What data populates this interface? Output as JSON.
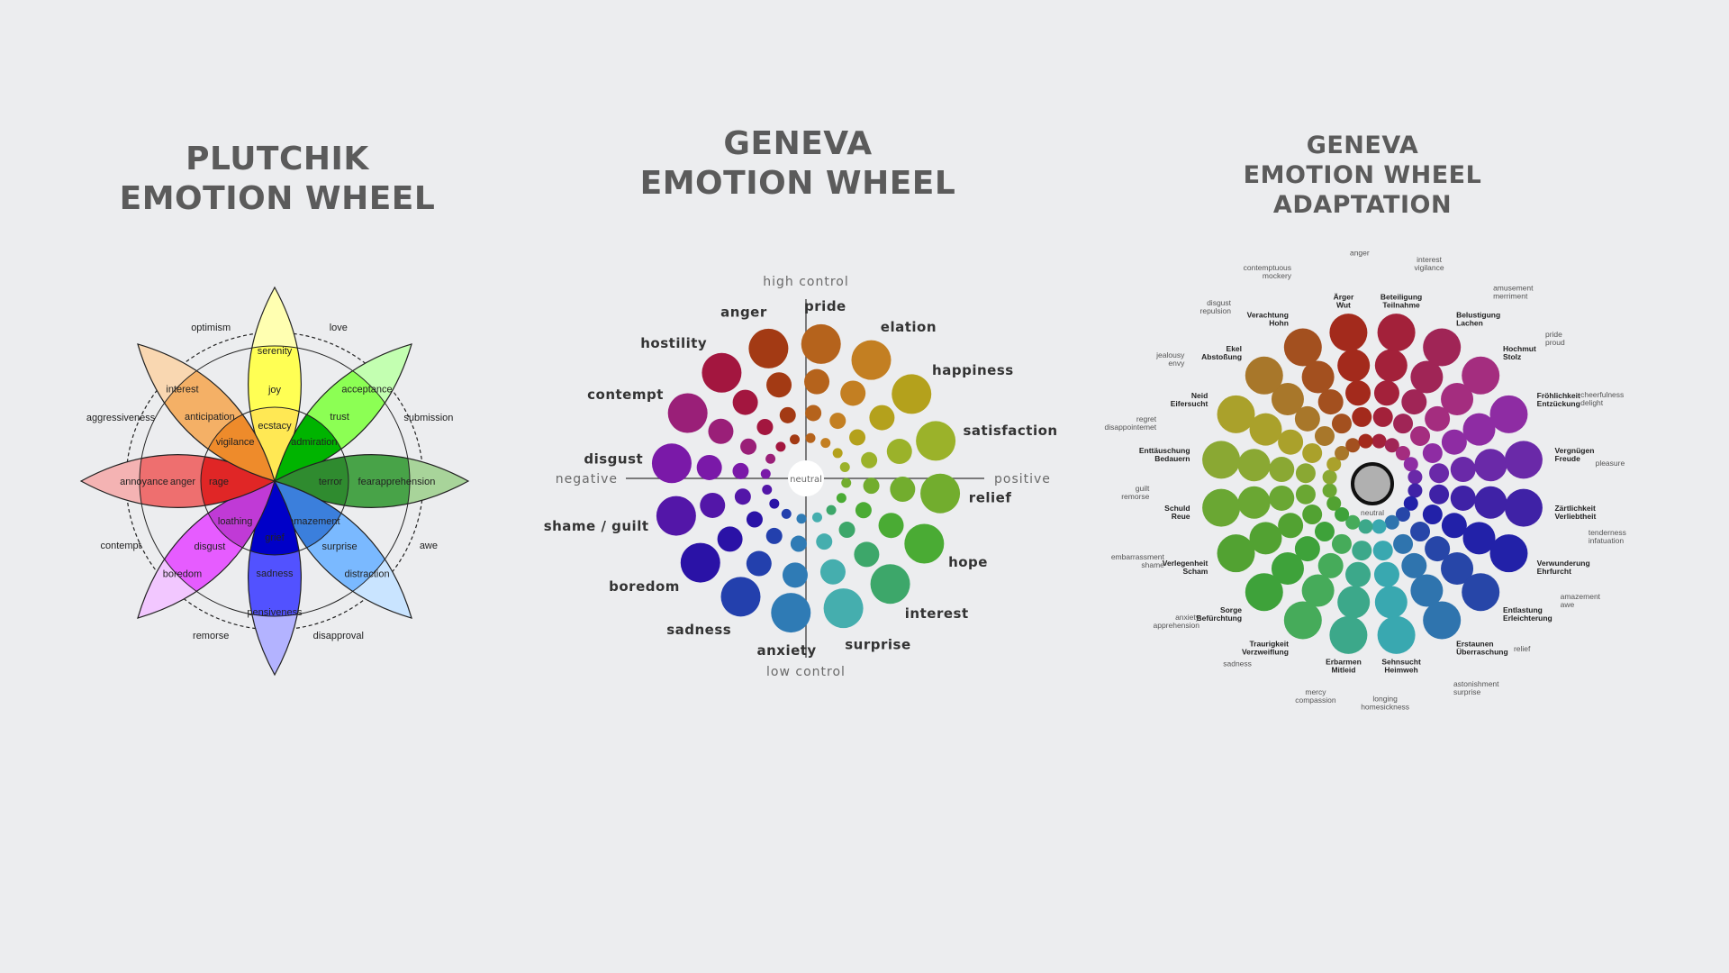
{
  "titles": {
    "plutchik": [
      "PLUTCHIK",
      "EMOTION WHEEL"
    ],
    "geneva": [
      "GENEVA",
      "EMOTION WHEEL"
    ],
    "adaptation": [
      "GENEVA",
      "EMOTION WHEEL",
      "ADAPTATION"
    ]
  },
  "plutchik": {
    "petals": [
      {
        "outer": "serenity",
        "mid": "joy",
        "inner": "ecstacy",
        "colors": [
          "#ffffb1",
          "#ffff54",
          "#ffe854"
        ]
      },
      {
        "outer": "acceptance",
        "mid": "trust",
        "inner": "admiration",
        "colors": [
          "#c3ffb1",
          "#8cff54",
          "#00b400"
        ]
      },
      {
        "outer": "apprehension",
        "mid": "fear",
        "inner": "terror",
        "colors": [
          "#a8d49a",
          "#48a348",
          "#2f8b2f"
        ]
      },
      {
        "outer": "distraction",
        "mid": "surprise",
        "inner": "amazement",
        "colors": [
          "#c9e4ff",
          "#7ab9ff",
          "#3b7fdc"
        ]
      },
      {
        "outer": "pensiveness",
        "mid": "sadness",
        "inner": "grief",
        "colors": [
          "#b3b3ff",
          "#5252ff",
          "#0000c8"
        ]
      },
      {
        "outer": "boredom",
        "mid": "disgust",
        "inner": "loathing",
        "colors": [
          "#f2c7ff",
          "#e65cff",
          "#c03ad6"
        ]
      },
      {
        "outer": "annoyance",
        "mid": "anger",
        "inner": "rage",
        "colors": [
          "#f4b3b3",
          "#ee6f6f",
          "#e02626"
        ]
      },
      {
        "outer": "interest",
        "mid": "anticipation",
        "inner": "vigilance",
        "colors": [
          "#f9d7b1",
          "#f4b066",
          "#ee8b2b"
        ]
      }
    ],
    "dyads": [
      "love",
      "submission",
      "awe",
      "disapproval",
      "remorse",
      "contempt",
      "aggressiveness",
      "optimism"
    ]
  },
  "geneva": {
    "axes": {
      "top": "high control",
      "bottom": "low control",
      "left": "negative",
      "right": "positive",
      "center": "neutral"
    },
    "emotions": [
      {
        "label": "pride",
        "color": "#b5631c"
      },
      {
        "label": "elation",
        "color": "#c37f22"
      },
      {
        "label": "happiness",
        "color": "#b4a11c"
      },
      {
        "label": "satisfaction",
        "color": "#9bb22a"
      },
      {
        "label": "relief",
        "color": "#72ad2e"
      },
      {
        "label": "hope",
        "color": "#4aab34"
      },
      {
        "label": "interest",
        "color": "#3da76a"
      },
      {
        "label": "surprise",
        "color": "#45aeae"
      },
      {
        "label": "anxiety",
        "color": "#2f7bb5"
      },
      {
        "label": "sadness",
        "color": "#2340ad"
      },
      {
        "label": "boredom",
        "color": "#2a12a6"
      },
      {
        "label": "shame / guilt",
        "color": "#5316a8"
      },
      {
        "label": "disgust",
        "color": "#7a19a8"
      },
      {
        "label": "contempt",
        "color": "#9a1f78"
      },
      {
        "label": "hostility",
        "color": "#a3163f"
      },
      {
        "label": "anger",
        "color": "#a33a14"
      }
    ]
  },
  "adaptation": {
    "center": "neutral",
    "emotions": [
      {
        "de": [
          "Beteiligung",
          "Teilnahme"
        ],
        "en": [
          "interest",
          "vigilance"
        ],
        "color": "#a3213a"
      },
      {
        "de": [
          "Belustigung",
          "Lachen"
        ],
        "en": [
          "amusement",
          "merriment"
        ],
        "color": "#a02556"
      },
      {
        "de": [
          "Hochmut",
          "Stolz"
        ],
        "en": [
          "pride",
          "proud"
        ],
        "color": "#a42d7f"
      },
      {
        "de": [
          "Fröhlichkeit",
          "Entzückung"
        ],
        "en": [
          "cheerfulness",
          "delight"
        ],
        "color": "#8e2ca3"
      },
      {
        "de": [
          "Vergnügen",
          "Freude"
        ],
        "en": [
          "pleasure"
        ],
        "color": "#6a29a8"
      },
      {
        "de": [
          "Zärtlichkeit",
          "Verliebtheit"
        ],
        "en": [
          "tenderness",
          "infatuation"
        ],
        "color": "#3f22a6"
      },
      {
        "de": [
          "Verwunderung",
          "Ehrfurcht"
        ],
        "en": [
          "amazement",
          "awe"
        ],
        "color": "#2221a8"
      },
      {
        "de": [
          "Entlastung",
          "Erleichterung"
        ],
        "en": [
          "relief"
        ],
        "color": "#2746a8"
      },
      {
        "de": [
          "Erstaunen",
          "Überraschung"
        ],
        "en": [
          "astonishment",
          "surprise"
        ],
        "color": "#2f74ae"
      },
      {
        "de": [
          "Sehnsucht",
          "Heimweh"
        ],
        "en": [
          "longing",
          "homesickness"
        ],
        "color": "#39a8b0"
      },
      {
        "de": [
          "Erbarmen",
          "Mitleid"
        ],
        "en": [
          "mercy",
          "compassion"
        ],
        "color": "#3ca88a"
      },
      {
        "de": [
          "Traurigkeit",
          "Verzweiflung"
        ],
        "en": [
          "sadness"
        ],
        "color": "#46ab5a"
      },
      {
        "de": [
          "Sorge",
          "Befürchtung"
        ],
        "en": [
          "anxiety",
          "apprehension"
        ],
        "color": "#3ea23a"
      },
      {
        "de": [
          "Verlegenheit",
          "Scham"
        ],
        "en": [
          "embarrassment",
          "shame"
        ],
        "color": "#52a232"
      },
      {
        "de": [
          "Schuld",
          "Reue"
        ],
        "en": [
          "guilt",
          "remorse"
        ],
        "color": "#6aa733"
      },
      {
        "de": [
          "Enttäuschung",
          "Bedauern"
        ],
        "en": [
          "regret",
          "disappointemet"
        ],
        "color": "#8aa833"
      },
      {
        "de": [
          "Neid",
          "Eifersucht"
        ],
        "en": [
          "jealousy",
          "envy"
        ],
        "color": "#aaa12b"
      },
      {
        "de": [
          "Ekel",
          "Abstoßung"
        ],
        "en": [
          "disgust",
          "repulsion"
        ],
        "color": "#a8772a"
      },
      {
        "de": [
          "Verachtung",
          "Hohn"
        ],
        "en": [
          "contemptuous",
          "mockery"
        ],
        "color": "#a3501f"
      },
      {
        "de": [
          "Ärger",
          "Wut"
        ],
        "en": [
          "anger"
        ],
        "color": "#a32a1c"
      }
    ]
  }
}
